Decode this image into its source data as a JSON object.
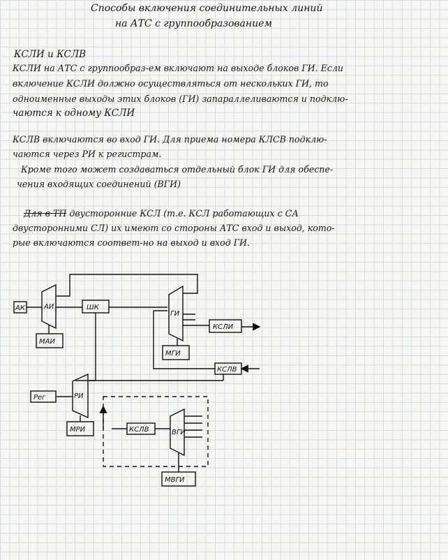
{
  "title": {
    "line1": "Способы включения соединительных линий",
    "line2": "на АТС с группообразованием"
  },
  "subtitle": "КСЛИ и КСЛВ",
  "paragraph1": [
    "КСЛИ на АТС с группообраз-ем включают на выходе блоков ГИ. Если",
    "включение КСЛИ должно осуществляться от нескольких ГИ, то",
    "одноименные выходы этих блоков (ГИ) запараллеливаются и подклю-",
    "чаются к одному КСЛИ"
  ],
  "paragraph2": [
    "КСЛВ включаются во вход ГИ. Для приема номера КЛСВ подклю-",
    "чаются через РИ к регистрам.",
    "Кроме того может создаваться отдельный блок ГИ для обеспе-",
    "чения входящих соединений (ВГИ)"
  ],
  "paragraph3": {
    "struck": "Для в ТП",
    "lines": [
      "двусторонние КСЛ (т.е. КСЛ работающих с СА",
      "двусторонними СЛ) их имеют со стороны АТС вход и выход, кото-",
      "рые включаются соответ-но на выход и вход ГИ."
    ]
  },
  "diagram": {
    "labels": {
      "ak": "АК",
      "ai": "АИ",
      "shk": "ШК",
      "gi": "ГИ",
      "ksli": "КСЛИ",
      "ksl_v": "КСЛВ",
      "mai": "МАИ",
      "mgi": "МГИ",
      "reg": "Рег",
      "ri": "РИ",
      "mri": "МРИ",
      "kslv2": "КСЛВ",
      "vgi": "ВГИ",
      "mvgi": "МВГИ"
    }
  }
}
